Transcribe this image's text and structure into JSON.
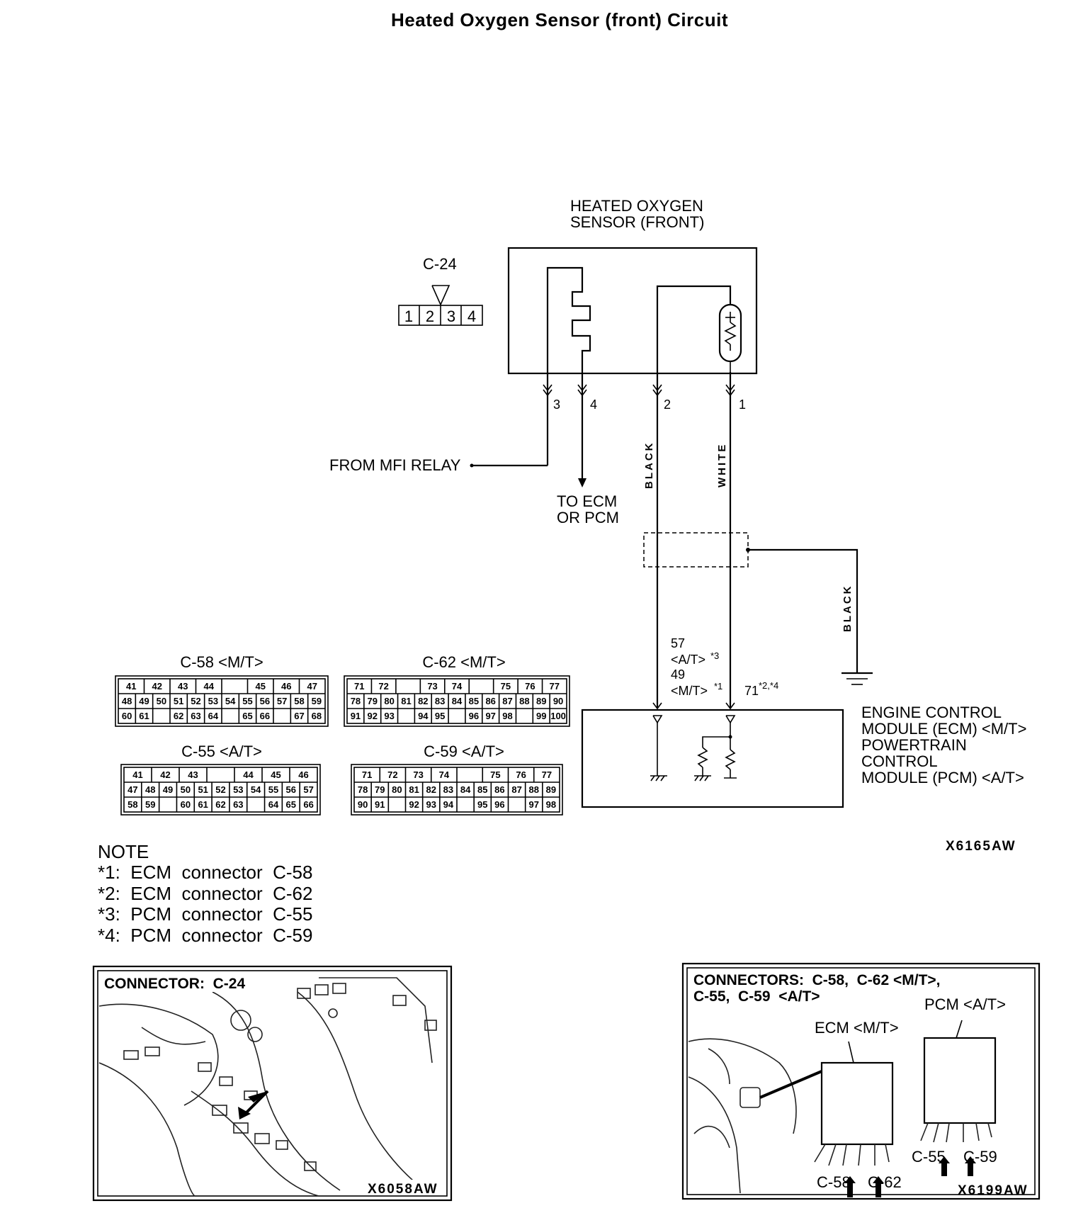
{
  "title": "Heated Oxygen Sensor (front) Circuit",
  "sensor": {
    "label_line1": "HEATED OXYGEN",
    "label_line2": "SENSOR (FRONT)"
  },
  "connector_c24": {
    "label": "C-24",
    "pins": [
      "1",
      "2",
      "3",
      "4"
    ]
  },
  "pins": {
    "p3": "3",
    "p4": "4",
    "p2": "2",
    "p1": "1"
  },
  "wires": {
    "black": "BLACK",
    "white": "WHITE",
    "ground_black": "BLACK"
  },
  "from_relay": "FROM MFI RELAY",
  "to_ecm": {
    "line1": "TO ECM",
    "line2": "OR PCM"
  },
  "terminals": {
    "t57": "57",
    "t57_sub": "<A/T>",
    "t57_sup": "*3",
    "t49": "49",
    "t49_sub": "<M/T>",
    "t49_sup": "*1",
    "t71": "71",
    "t71_sup": "*2,*4"
  },
  "module": {
    "line1": "ENGINE CONTROL",
    "line2": "MODULE (ECM) <M/T>",
    "line3": "POWERTRAIN",
    "line4": "CONTROL",
    "line5": "MODULE (PCM) <A/T>"
  },
  "connectors": [
    {
      "label": "C-58 <M/T>",
      "rows": [
        [
          "41",
          "42",
          "43",
          "44",
          "",
          "45",
          "46",
          "47"
        ],
        [
          "48",
          "49",
          "50",
          "51",
          "52",
          "53",
          "54",
          "55",
          "56",
          "57",
          "58",
          "59"
        ],
        [
          "60",
          "61",
          "",
          "62",
          "63",
          "64",
          "",
          "65",
          "66",
          "",
          "67",
          "68"
        ]
      ]
    },
    {
      "label": "C-62 <M/T>",
      "rows": [
        [
          "71",
          "72",
          "",
          "73",
          "74",
          "",
          "75",
          "76",
          "77"
        ],
        [
          "78",
          "79",
          "80",
          "81",
          "82",
          "83",
          "84",
          "85",
          "86",
          "87",
          "88",
          "89",
          "90"
        ],
        [
          "91",
          "92",
          "93",
          "",
          "94",
          "95",
          "",
          "96",
          "97",
          "98",
          "",
          "99",
          "100"
        ]
      ]
    },
    {
      "label": "C-55 <A/T>",
      "rows": [
        [
          "41",
          "42",
          "43",
          "",
          "44",
          "45",
          "46"
        ],
        [
          "47",
          "48",
          "49",
          "50",
          "51",
          "52",
          "53",
          "54",
          "55",
          "56",
          "57"
        ],
        [
          "58",
          "59",
          "",
          "60",
          "61",
          "62",
          "63",
          "",
          "64",
          "65",
          "66"
        ]
      ]
    },
    {
      "label": "C-59 <A/T>",
      "rows": [
        [
          "71",
          "72",
          "73",
          "74",
          "",
          "75",
          "76",
          "77"
        ],
        [
          "78",
          "79",
          "80",
          "81",
          "82",
          "83",
          "84",
          "85",
          "86",
          "87",
          "88",
          "89"
        ],
        [
          "90",
          "91",
          "",
          "92",
          "93",
          "94",
          "",
          "95",
          "96",
          "",
          "97",
          "98"
        ]
      ]
    }
  ],
  "diagram_code": "X6165AW",
  "note": {
    "heading": "NOTE",
    "items": [
      "*1:  ECM  connector  C-58",
      "*2:  ECM  connector  C-62",
      "*3:  PCM  connector  C-55",
      "*4:  PCM  connector  C-59"
    ]
  },
  "photo_left": {
    "title": "CONNECTOR:  C-24",
    "code": "X6058AW"
  },
  "photo_right": {
    "title_line1": "CONNECTORS:  C-58,  C-62 <M/T>,",
    "title_line2": "C-55,  C-59  <A/T>",
    "pcm_label": "PCM <A/T>",
    "ecm_label": "ECM <M/T>",
    "c55": "C-55",
    "c59": "C-59",
    "c58": "C-58",
    "c62": "C-62",
    "code": "X6199AW"
  }
}
